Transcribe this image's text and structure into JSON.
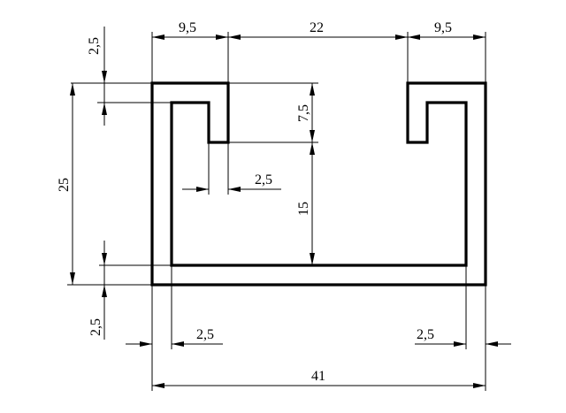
{
  "dimensions": {
    "top_left_width": "9,5",
    "top_gap": "22",
    "top_right_width": "9,5",
    "top_wall": "2,5",
    "lip_height": "7,5",
    "overall_height": "25",
    "inner_wall": "2,5",
    "inner_depth": "15",
    "bottom_wall": "2,5",
    "left_wall": "2,5",
    "right_wall": "2,5",
    "overall_width": "41"
  }
}
